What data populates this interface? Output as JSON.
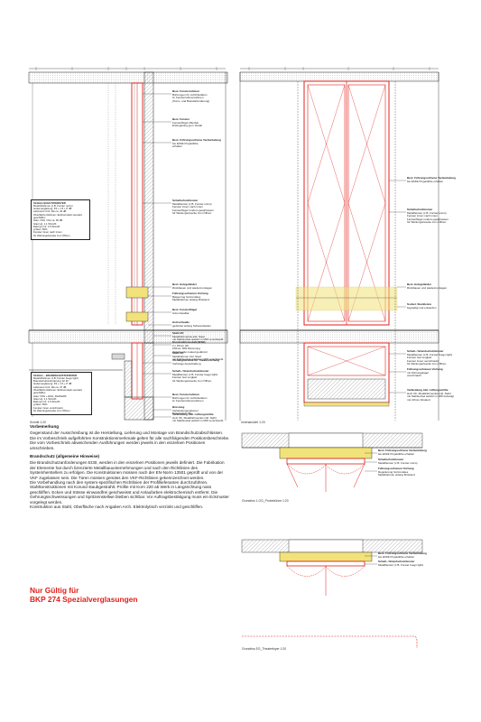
{
  "left_labels": [
    {
      "title": "Best. Fensterrahmen",
      "lines": [
        "Bohrungen für Luftzirkulation",
        "im Fensterrahmenrahmen",
        "(Korro- und Brandanforderung)"
      ]
    },
    {
      "title": "Best. Fenster",
      "lines": [
        "Fensterflügel öffenbar",
        "Entriegelung gem. Detail"
      ]
    },
    {
      "title": "Best. Führungsschiene Verdunkelung",
      "lines": [
        "bei EKFE Projektlüfte",
        "erhalten"
      ]
    },
    {
      "title": "Schallschutzfenster",
      "lines": [
        "Metallfenster (z.B. Forster unico)",
        "Fenster innen nach innen",
        "Fensterflügel rundum geschlossen",
        "für Wartungszwecke zum Öffnen"
      ]
    },
    {
      "title": "Best. Holzgeländer",
      "lines": [
        "Rückbauen und wiedermontagen"
      ]
    },
    {
      "title": "Führungsschienen Vorhang",
      "lines": [
        "Belgenzug horizontales",
        "Metallrahmen anlang Brüstend"
      ]
    },
    {
      "title": "Best. Fensterflügel",
      "lines": [
        "hohe Detaillar"
      ]
    },
    {
      "title": "Holzschwelle",
      "lines": [
        "gedichtet anlang Schwanzkeilen"
      ]
    },
    {
      "title": "Stahl UK",
      "lines": [
        "Metallrahmenlos inkl. Steel",
        "mit Stahlsockel aufsitzt in MW verschraubt"
      ]
    },
    {
      "title": "Konstruktionsstahl (BSB)",
      "lines": [
        "2 x 15mm HK",
        "150mm MW Dämmung",
        "Zwischenfei coated gedämmt"
      ]
    },
    {
      "title": "Stahl UK",
      "lines": [
        "Metallrahmen inkl. Steel",
        "mit Stahlsockel aufsitzt in MW verschraubt"
      ]
    },
    {
      "title": "Vorhangsbrücke für Theatervorhang",
      "lines": [
        "Vorhänge Ausschaltung"
      ]
    },
    {
      "title": "Schall- / Brandschutzfenster",
      "lines": [
        "Metallfenster (z.B. Forster fuego light)",
        "Fenster fest verglast",
        "für Wartungszwecke zum Öffnen"
      ]
    },
    {
      "title": "Best. Fensterrahmen",
      "lines": [
        "Bohrungen für Luftzirkulation",
        "im Fensterrahmenrahmen"
      ]
    },
    {
      "title": "Brüstung",
      "lines": [
        "Verkleidungsoptionen",
        "Brandschutz B1"
      ]
    },
    {
      "title": "Verkleidung inkl. Lüftungsmittle",
      "lines": [
        "Holz UK, Metallrahmenlos inkl. Stahl",
        "mit Stahlsockel aufsitzt in MW verschraubt"
      ]
    }
  ],
  "left_box1": {
    "title": "SCHALLSCHUTZFENSTER",
    "lines": [
      "Metall-Rahmen (z.B. Forster unico)",
      "Isolierverglasung: P4 + 1.5 + P 4B",
      "Laborwert Unit: Rw ca. 34 dB",
      "Oberfläche Rahmen: Einbrennlack veredelt,",
      "geschliffen",
      "Glas: VSG / Rw ca. 36 dB",
      "Glas Ug: 1.1 W/m2K",
      "Rahmen Uf: 1.5 W/m2K",
      "g-Wert: 50%",
      "Fenster innen nach innen",
      "für Wartungszwecke zum Öffnen"
    ]
  },
  "left_box2": {
    "title": "SCHALL - BRANDSCHUTZFENSTER",
    "lines": [
      "Metall-Rahmen (z.B. Forster fuego light)",
      "Brandschutzanforderung: EI 30",
      "Isolierverglasung: P4 + 1.5 + P 4B",
      "Laborwert Unit: Rw ca. 37 dB",
      "Oberfläche Rahmen: Einbrennlack veredelt,",
      "geschliffen",
      "Glas: VSG + ESG, Rw/Ra/Rb",
      "Glas Ug: 1.1 W/m2K",
      "Rahmen Uf: 1.5 W/m2K",
      "g-Wert: 50%",
      "Fenster innen verschraubt",
      "für Wartungszwecke zum Öffnen"
    ]
  },
  "right_labels": [
    {
      "title": "Best. Führungsschiene Verdunkelung",
      "lines": [
        "bei EKFE Projektlüfte erhalten"
      ]
    },
    {
      "title": "Schallschutzfenster",
      "lines": [
        "Metallfenster (z.B. Forster unico)",
        "Fenster innen nach innen",
        "Fensterflügel rundum geschlossen",
        "für Wartungszwecke zum Öffnen"
      ]
    },
    {
      "title": "Best. Holzgeländer",
      "lines": [
        "Rückbauen und wiedermontagen"
      ]
    },
    {
      "title": "Sockel, Steckleiste",
      "lines": [
        "begradigt und entwerfen"
      ]
    },
    {
      "title": "Schall- / Brandschutzfenster",
      "lines": [
        "Metallfenster (z.B. Forster fuego light)",
        "Fenster fest verglast",
        "Fenster innen verschraubt",
        "für Wartungszwecke zum Öffnen"
      ]
    },
    {
      "title": "Führungsschienen Vorhang",
      "lines": [
        "mit Führungslager",
        "verschraubt"
      ]
    },
    {
      "title": "Verkleidung inkl. Lüftungsmittle",
      "lines": [
        "Holz UK, Metallrahmenlos inkl. Stahl",
        "mit Stahlsockel aufsitzt in MW befestigt",
        "min 20mm Abstand"
      ]
    }
  ],
  "plan_labels": [
    {
      "title": "Best. Führungsschiene Verdunkelung",
      "lines": [
        "bei EKFE Projektlüfte erhalten"
      ]
    },
    {
      "title": "Schallschutzfenster",
      "lines": [
        "Metallfenster (z.B. Forster unico)"
      ]
    },
    {
      "title": "Führungsschienen Vorhang",
      "lines": [
        "Regulierung horizontales",
        "Metallrahmen anlang Brüstend"
      ]
    },
    {
      "title": "Best. Führungsschiene Verdunkelung",
      "lines": [
        "bei EKFE Projektlüfte erhalten"
      ]
    },
    {
      "title": "Schall- / Brandschutzfenster",
      "lines": [
        "Metallfenster (z.B. Forster fuego light)"
      ]
    }
  ],
  "captions": {
    "schnitt": "Schnitt 1:20",
    "innenansicht": "Innenansicht 1:20",
    "grundriss_og": "Grundriss 1.OG_Probebühne 1:20",
    "grundriss_eg": "Grundriss EG_Theaterfoyer 1:20"
  },
  "vorbemerkung": {
    "heading": "Vorbemerkung",
    "paragraph1": "Gegenstand der Ausschreibung ist die Herstellung, Lieferung und Montage von Brandschutzabschlüssen. Die im Vorbeschrieb aufgeführten Konstruktionsmerkmale gelten für alle nachfolgenden Positionsbeschriebe. Die vom Vorbeschrieb abweichenden Ausführungen werden jeweils in den einzelnen Positionen umschrieben.",
    "heading2": "Brandschutz (allgemeine Hinweise)",
    "paragraph2": "Die Brandschutzanforderungen EI30, werden in den einzelnen Positionen jeweils definiert. Die Fabrikation der Elemente hat durch lizenzierte Metallbauunternehmungen und nach den Richtlinien des Systemherstellers zu erfolgen. Die Konstruktionen müssen nach der EN-Norm 13501 geprüft und von der VKF zugelassen sein. Die Türen müssen gemäss den VKF-Richtlinien gekennzeichnet werden.",
    "paragraph3": "Die Vorbehandlung nach den system-spezifischen Richtlinien der Profillieferanten durchzuführen.",
    "paragraph4": "Stahlkonstruktionen mit Korund staubgestrahlt. Profile mit Korn 220 ab Werk in Längsrichtung nass geschliffen. Ecken und Stösse einwandfrei geschweisst und Anlaufarben elektrochemisch entfernt. Die Gehrungsschweissungen und Spritzeinstellwe bleiben sichtbar. Vor Auftragsbestätigung muss ein Eckmuster vorgelegt werden.",
    "paragraph5": "Konstruktion aus Stahl, Oberfläche nach Angaben Arch. Elektrolytisch verzinkt und geschliffen."
  },
  "nur_gueltig": {
    "line1": "Nur Gültig für",
    "line2": "BKP 274 Spezialverglasungen"
  },
  "colors": {
    "ink": "#1a1a1a",
    "red": "#e0201b",
    "yellow": "#f2e27a",
    "hatch": "#9a9a9a"
  }
}
